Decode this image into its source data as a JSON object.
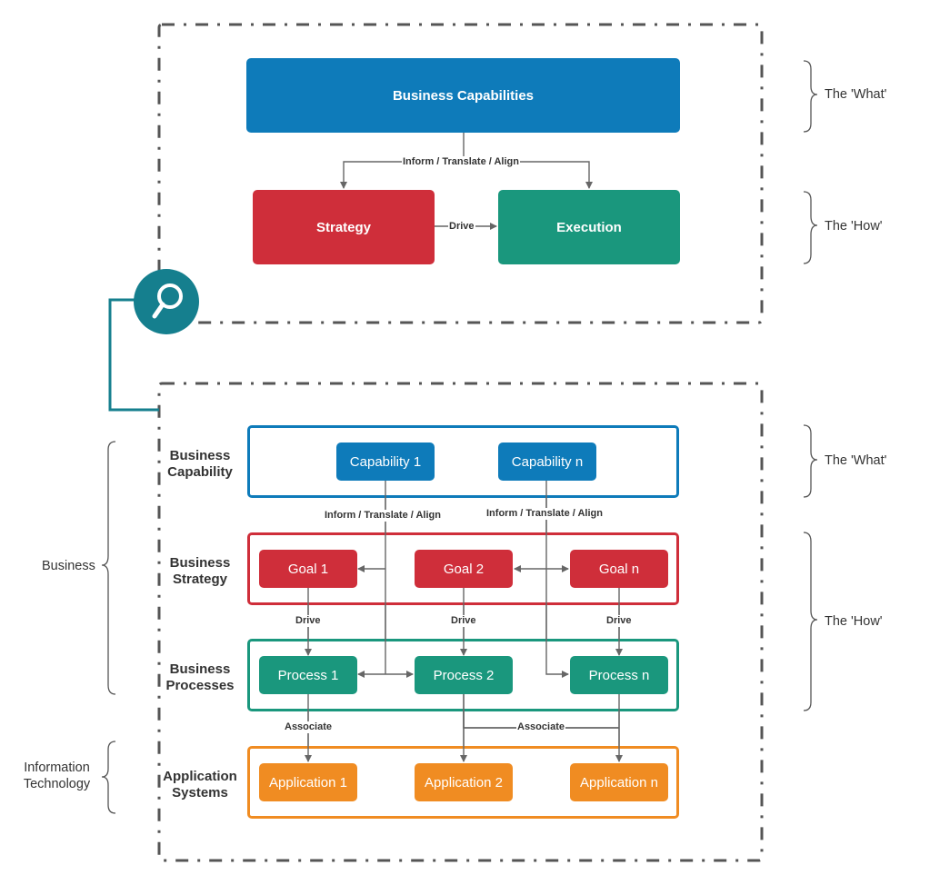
{
  "top_panel": {
    "business_capabilities": "Business Capabilities",
    "strategy": "Strategy",
    "execution": "Execution",
    "inform_label": "Inform / Translate / Align",
    "drive_label": "Drive",
    "what_label": "The 'What'",
    "how_label": "The 'How'"
  },
  "bottom_panel": {
    "rows": {
      "capability": "Business\nCapability",
      "strategy": "Business\nStrategy",
      "processes": "Business\nProcesses",
      "applications": "Application\nSystems"
    },
    "capabilities": [
      "Capability 1",
      "Capability n"
    ],
    "goals": [
      "Goal 1",
      "Goal 2",
      "Goal n"
    ],
    "processes": [
      "Process 1",
      "Process 2",
      "Process n"
    ],
    "applications": [
      "Application 1",
      "Application 2",
      "Application n"
    ],
    "inform_labels": [
      "Inform / Translate / Align",
      "Inform / Translate / Align"
    ],
    "drive_labels": [
      "Drive",
      "Drive",
      "Drive"
    ],
    "associate_labels": [
      "Associate",
      "Associate"
    ],
    "what_label": "The 'What'",
    "how_label": "The 'How'",
    "business_label": "Business",
    "it_label": "Information\nTechnology"
  },
  "colors": {
    "blue": "#0e7bba",
    "red": "#cf2e3a",
    "green": "#1a977d",
    "orange": "#f08c22",
    "teal": "#157f8e",
    "frame": "#555555",
    "connector": "#666666"
  },
  "icons": [
    "search-icon"
  ]
}
